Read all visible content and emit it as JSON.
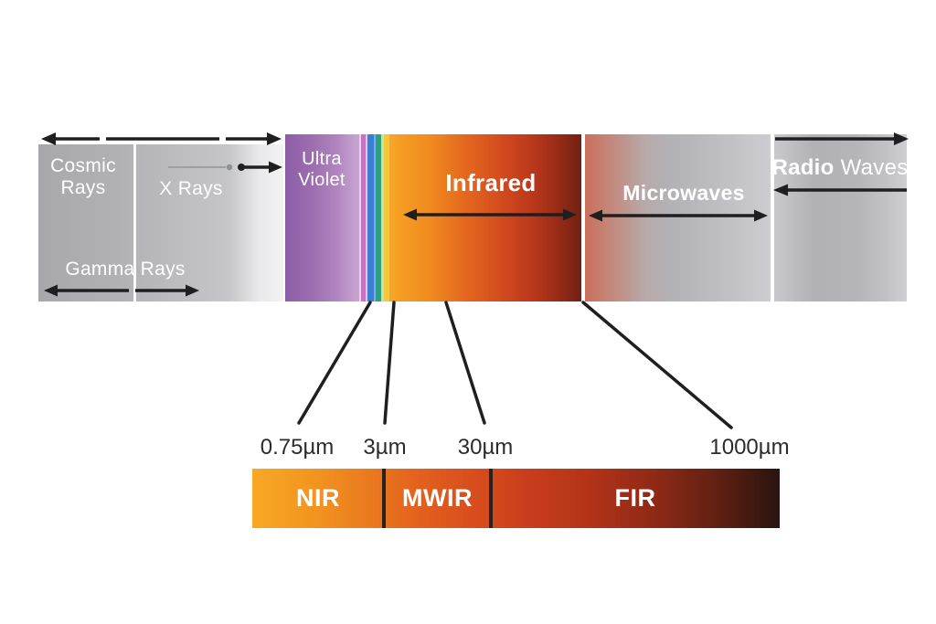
{
  "diagram": {
    "bands": {
      "cosmic": {
        "label": "Cosmic\nRays"
      },
      "xrays": {
        "label": "X Rays"
      },
      "gamma": {
        "label": "Gamma Rays"
      },
      "ultraviolet": {
        "label": "Ultra\nViolet"
      },
      "infrared": {
        "label": "Infrared"
      },
      "microwaves": {
        "label": "Microwaves"
      },
      "radio": {
        "bold": "Radio",
        "regular": " Waves"
      }
    },
    "markers": [
      {
        "label": "0.75µm"
      },
      {
        "label": "3µm"
      },
      {
        "label": "30µm"
      },
      {
        "label": "1000µm"
      }
    ],
    "ir_subbands": [
      {
        "label": "NIR"
      },
      {
        "label": "MWIR"
      },
      {
        "label": "FIR"
      }
    ],
    "visible_stripes": [
      {
        "color": "#c9a0d2",
        "width": 3
      },
      {
        "color": "#e7d6eb",
        "width": 2
      },
      {
        "color": "#cf6ec6",
        "width": 5
      },
      {
        "color": "#edc1e0",
        "width": 2
      },
      {
        "color": "#3c7ed2",
        "width": 7
      },
      {
        "color": "#69b6e0",
        "width": 2
      },
      {
        "color": "#2fa07c",
        "width": 6
      },
      {
        "color": "#c8e49b",
        "width": 3
      },
      {
        "color": "#f4c83e",
        "width": 6
      },
      {
        "color": "#f4a62c",
        "width": 6
      }
    ],
    "colors": {
      "ultraviolet": "#9b6bb3",
      "infrared_start": "#f7a022",
      "infrared_end": "#6f2113",
      "microwave_tint": "#ca6f5b",
      "gray_band": "#b2b2b6",
      "bar_start": "#f8a825",
      "bar_end": "#281410",
      "arrow": "#1f1f1f"
    }
  }
}
